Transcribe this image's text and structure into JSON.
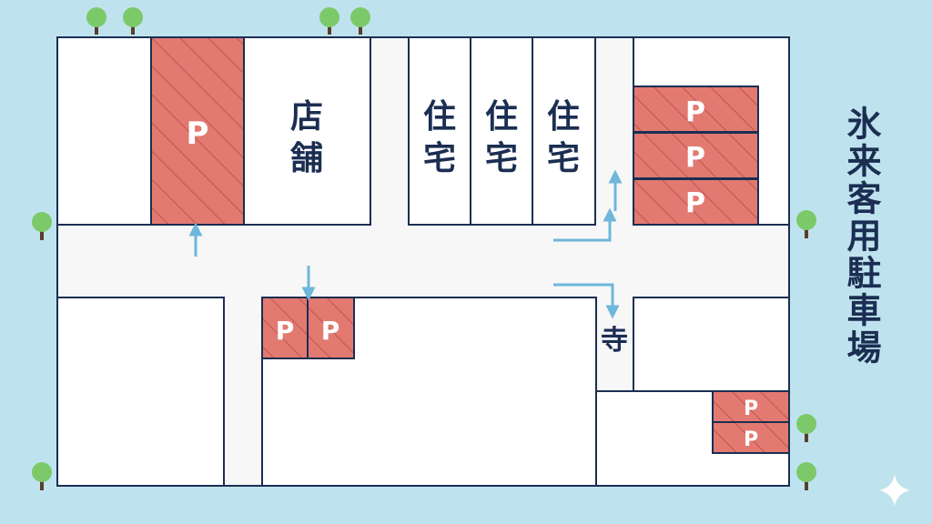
{
  "title": "氷来客用駐車場",
  "labels": {
    "store": "店舗",
    "house1": "住宅",
    "house2": "住宅",
    "house3": "住宅",
    "temple": "寺"
  },
  "parking": {
    "big": "P",
    "right1": "P",
    "right2": "P",
    "right3": "P",
    "mid1": "P",
    "mid2": "P",
    "small1": "P",
    "small2": "P"
  },
  "colors": {
    "background": "#bfe3ee",
    "block": "#ffffff",
    "road": "#f7f7f7",
    "outline": "#1b2e52",
    "parking": "#e27a72",
    "arrow": "#6fb6db",
    "tree": "#7cc96a"
  }
}
